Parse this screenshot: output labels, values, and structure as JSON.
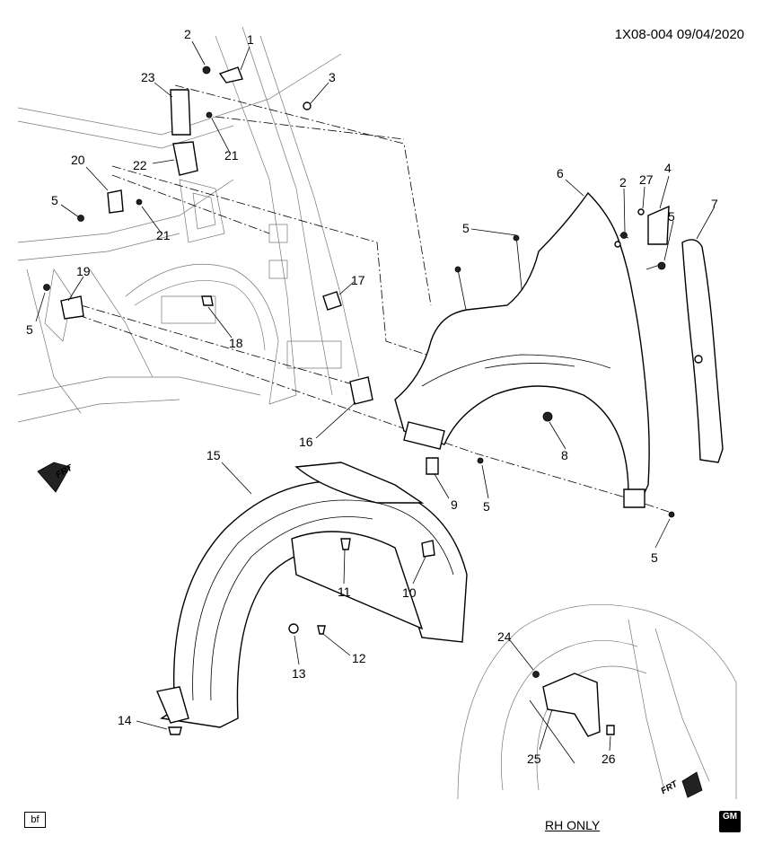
{
  "header": {
    "code": "1X08-004 09/04/2020"
  },
  "footer": {
    "box_label": "bf",
    "rh_only": "RH ONLY",
    "logo_text": "GM"
  },
  "direction": {
    "frt_left": "FRT",
    "frt_right": "FRT"
  },
  "callouts": [
    "1",
    "2",
    "3",
    "23",
    "21",
    "22",
    "20",
    "5",
    "21",
    "19",
    "5",
    "17",
    "18",
    "16",
    "6",
    "2",
    "27",
    "4",
    "5",
    "7",
    "5",
    "5",
    "8",
    "9",
    "5",
    "5",
    "15",
    "11",
    "10",
    "13",
    "12",
    "14",
    "24",
    "25",
    "26"
  ]
}
